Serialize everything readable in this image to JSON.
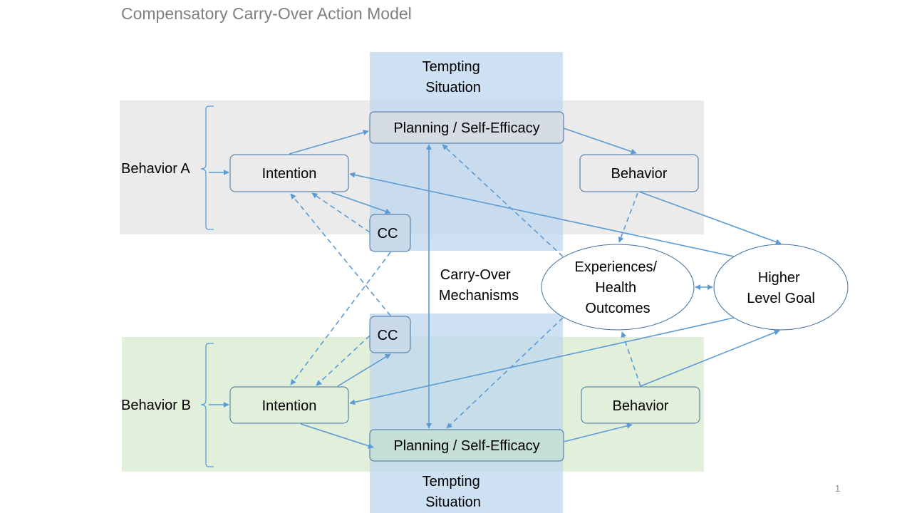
{
  "title": "Compensatory Carry-Over Action Model",
  "page_number": "1",
  "tempting_situation_top": [
    "Tempting",
    "Situation"
  ],
  "tempting_situation_bottom": [
    "Tempting",
    "Situation"
  ],
  "behavior_a": {
    "label": "Behavior A",
    "intention": "Intention",
    "planning": "Planning / Self-Efficacy",
    "behavior": "Behavior",
    "cc": "CC"
  },
  "behavior_b": {
    "label": "Behavior B",
    "intention": "Intention",
    "planning": "Planning / Self-Efficacy",
    "behavior": "Behavior",
    "cc": "CC"
  },
  "carry_over": [
    "Carry-Over",
    "Mechanisms"
  ],
  "experiences": [
    "Experiences/",
    "Health",
    "Outcomes"
  ],
  "higher_goal": [
    "Higher",
    "Level Goal"
  ],
  "colors": {
    "arrow": "#5b9bd5",
    "box_border": "#41719c",
    "band_blue": "#bdd7ee",
    "band_gray": "#ebebeb",
    "band_green": "#e2efda",
    "box_fill": "#ebebeb",
    "text": "#000000"
  }
}
